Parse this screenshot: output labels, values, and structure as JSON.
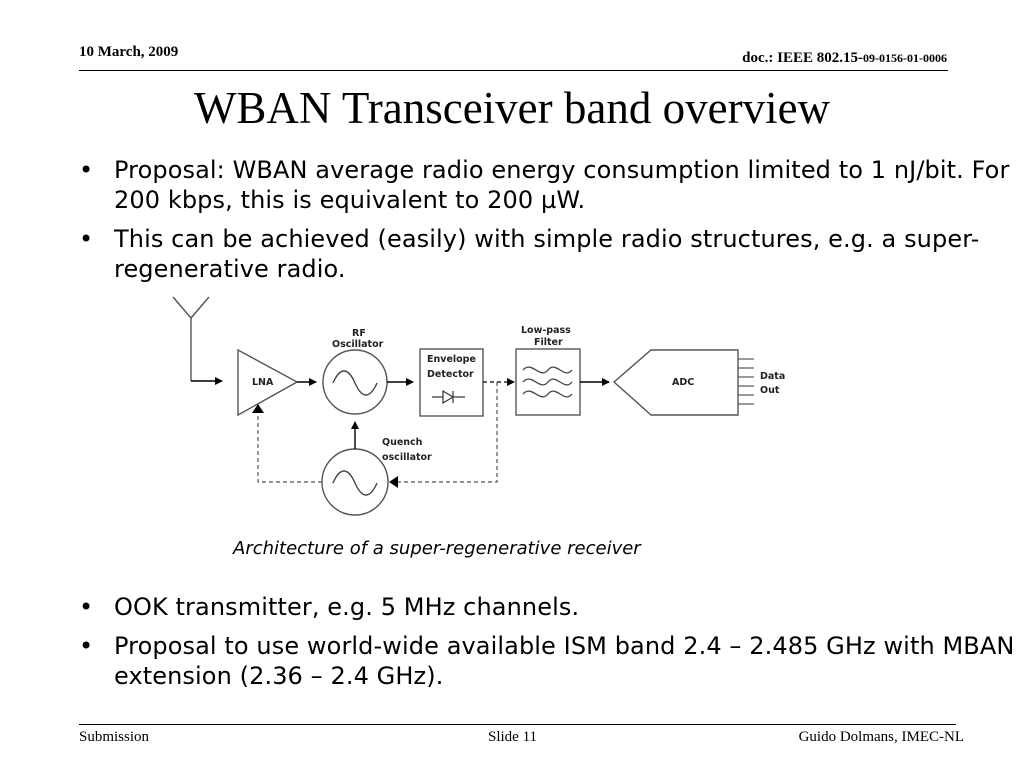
{
  "header": {
    "date": "10 March, 2009",
    "doc_prefix": "doc.: IEEE 802.15-",
    "doc_number": "09-0156-01-0006"
  },
  "title": "WBAN Transceiver band overview",
  "bullets_top": [
    "Proposal: WBAN average radio energy consumption limited to 1 nJ/bit. For 200 kbps, this is equivalent to 200 µW.",
    "This can be achieved (easily) with simple radio structures, e.g. a super-regenerative radio."
  ],
  "diagram": {
    "labels": {
      "lna": "LNA",
      "rf_osc_1": "RF",
      "rf_osc_2": "Oscillator",
      "env_1": "Envelope",
      "env_2": "Detector",
      "lpf_1": "Low-pass",
      "lpf_2": "Filter",
      "adc": "ADC",
      "data_1": "Data",
      "data_2": "Out",
      "quench_1": "Quench",
      "quench_2": "oscillator"
    },
    "caption": "Architecture of a super-regenerative receiver"
  },
  "bullets_bottom": [
    "OOK transmitter, e.g. 5 MHz channels.",
    "Proposal to use world-wide available ISM band 2.4 – 2.485 GHz with MBAN extension (2.36 – 2.4 GHz)."
  ],
  "bullet_symbol": "•",
  "footer": {
    "left": "Submission",
    "center": "Slide 11",
    "right": "Guido Dolmans, IMEC-NL"
  }
}
